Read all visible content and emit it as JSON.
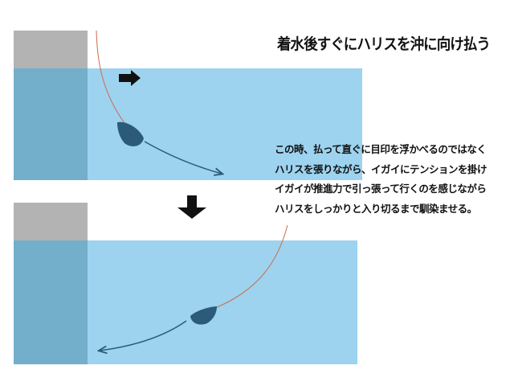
{
  "title": "着水後すぐにハリスを沖に向け払う",
  "description": [
    "この時、払って直ぐに目印を浮かべるのではなく",
    "ハリスを張りながら、イガイにテンションを掛け",
    "イガイが推進力で引っ張って行くのを感じながら",
    "ハリスをしっかりと入り切るまで馴染ませる。"
  ],
  "colors": {
    "water": "#9dd3ef",
    "wall_above": "#b3b3b3",
    "wall_below": "#73aecb",
    "bait": "#2b5b78",
    "line": "#cc6b4a"
  }
}
